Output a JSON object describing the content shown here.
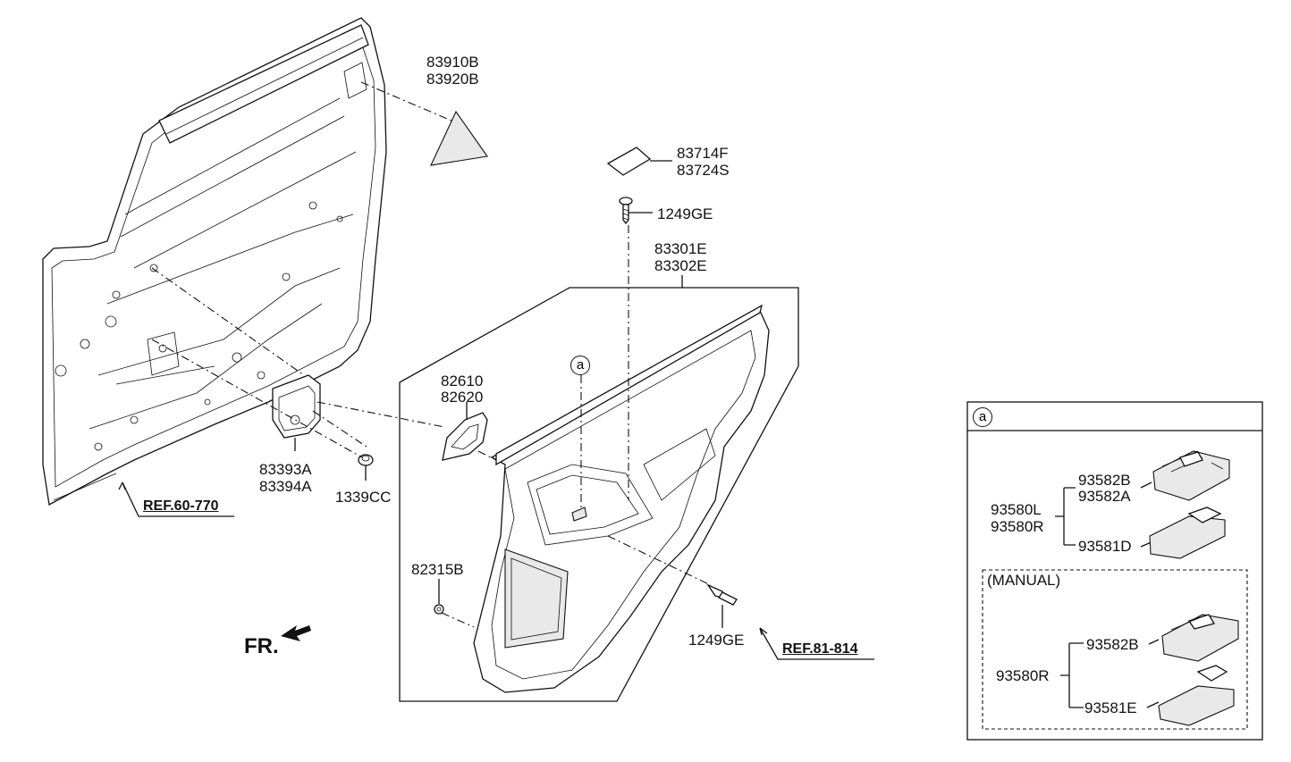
{
  "labels": {
    "p83910B": "83910B",
    "p83920B": "83920B",
    "p83714F": "83714F",
    "p83724S": "83724S",
    "p1249GE_top": "1249GE",
    "p83301E": "83301E",
    "p83302E": "83302E",
    "p82610": "82610",
    "p82620": "82620",
    "p83393A": "83393A",
    "p83394A": "83394A",
    "p1339CC": "1339CC",
    "p82315B": "82315B",
    "p1249GE_bottom": "1249GE",
    "ref_door": "REF.60-770",
    "ref_trim": "REF.81-814",
    "front_mark": "FR.",
    "callout_a": "a"
  },
  "inset": {
    "callout": "a",
    "p93580L": "93580L",
    "p93580R": "93580R",
    "p93582B": "93582B",
    "p93582A": "93582A",
    "p93581D": "93581D",
    "manual_title": "(MANUAL)",
    "m93580R": "93580R",
    "m93582B": "93582B",
    "m93581E": "93581E"
  }
}
